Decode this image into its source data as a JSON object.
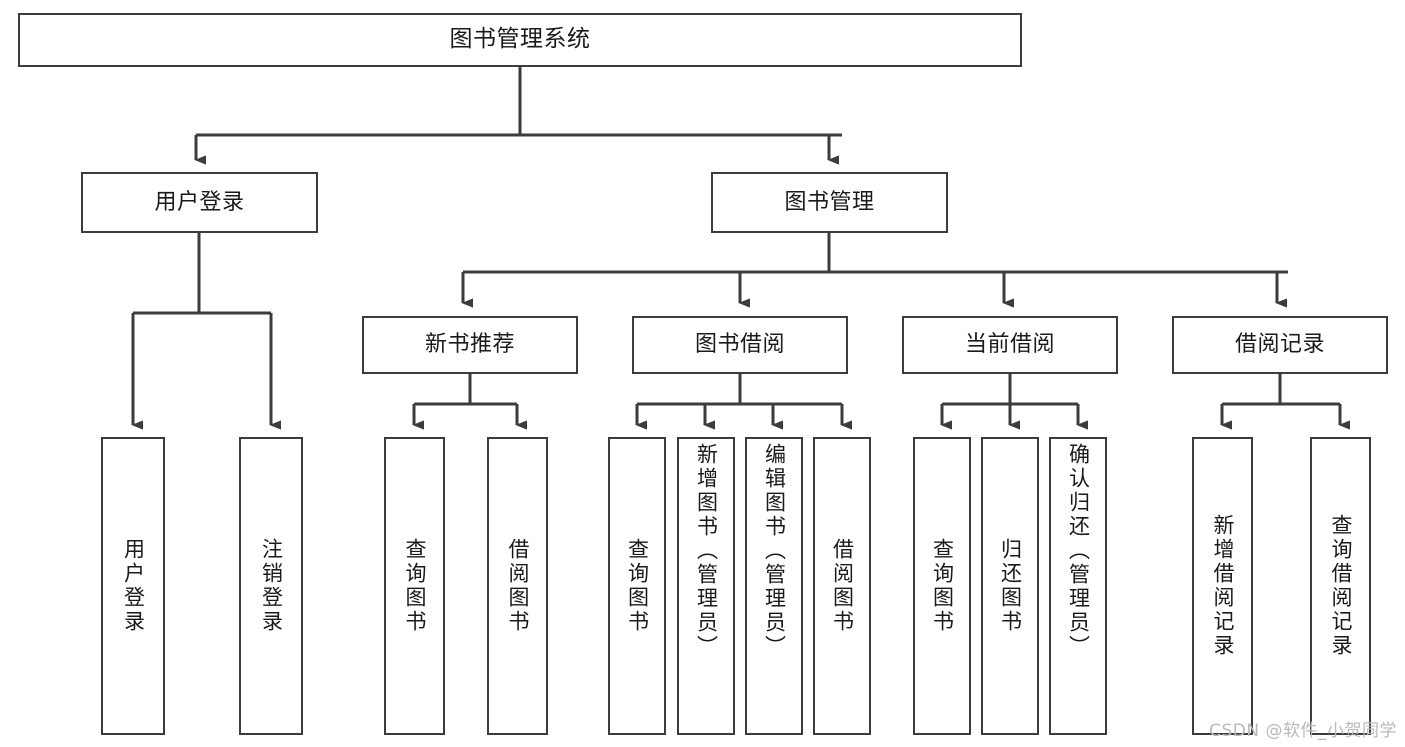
{
  "diagram": {
    "type": "tree-hierarchy",
    "title": "图书管理系统",
    "watermark": "CSDN @软件_小贺同学",
    "colors": {
      "box_border": "#3c3c3c",
      "box_fill": "#ffffff",
      "connector": "#3c3c3c",
      "text": "#1a1a1a",
      "watermark": "#b9b9b9",
      "background": "#ffffff"
    },
    "levels": {
      "root": {
        "label": "图书管理系统"
      },
      "level2": [
        {
          "label": "用户登录"
        },
        {
          "label": "图书管理"
        }
      ],
      "level3": [
        {
          "label": "新书推荐"
        },
        {
          "label": "图书借阅"
        },
        {
          "label": "当前借阅"
        },
        {
          "label": "借阅记录"
        }
      ],
      "leaves": [
        {
          "label": "用户登录",
          "parent": "用户登录"
        },
        {
          "label": "注销登录",
          "parent": "用户登录"
        },
        {
          "label": "查询图书",
          "parent": "新书推荐"
        },
        {
          "label": "借阅图书",
          "parent": "新书推荐"
        },
        {
          "label": "查询图书",
          "parent": "图书借阅"
        },
        {
          "label": "新增图书（管理员）",
          "parent": "图书借阅"
        },
        {
          "label": "编辑图书（管理员）",
          "parent": "图书借阅"
        },
        {
          "label": "借阅图书",
          "parent": "图书借阅"
        },
        {
          "label": "查询图书",
          "parent": "当前借阅"
        },
        {
          "label": "归还图书",
          "parent": "当前借阅"
        },
        {
          "label": "确认归还（管理员）",
          "parent": "当前借阅"
        },
        {
          "label": "新增借阅记录",
          "parent": "借阅记录"
        },
        {
          "label": "查询借阅记录",
          "parent": "借阅记录"
        }
      ]
    }
  }
}
